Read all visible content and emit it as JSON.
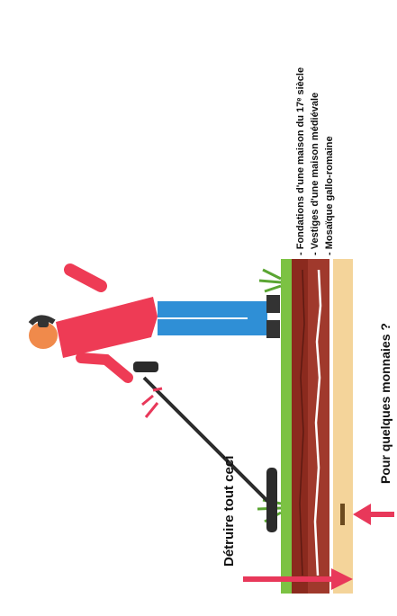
{
  "labels": {
    "destroy": "Détruire tout ceci",
    "coins": "Pour quelques monnaies ?"
  },
  "layers_list": [
    "- Fondations d'une maison du 17ᵉ siècle",
    "- Vestiges d'une maison médiévale",
    "- Mosaïque gallo-romaine"
  ],
  "colors": {
    "grass": "#7cc243",
    "topsoil": "#8b2a1e",
    "brown_layer": "#a0392c",
    "sand": "#f4d49a",
    "arrow": "#e8385a",
    "shirt": "#ee3b55",
    "jeans": "#2f8fd6",
    "skin": "#f08a4b",
    "detector": "#2b2b2b"
  },
  "icons": [
    "person-icon",
    "metal-detector-icon",
    "headphones-icon",
    "arrow-icon"
  ]
}
